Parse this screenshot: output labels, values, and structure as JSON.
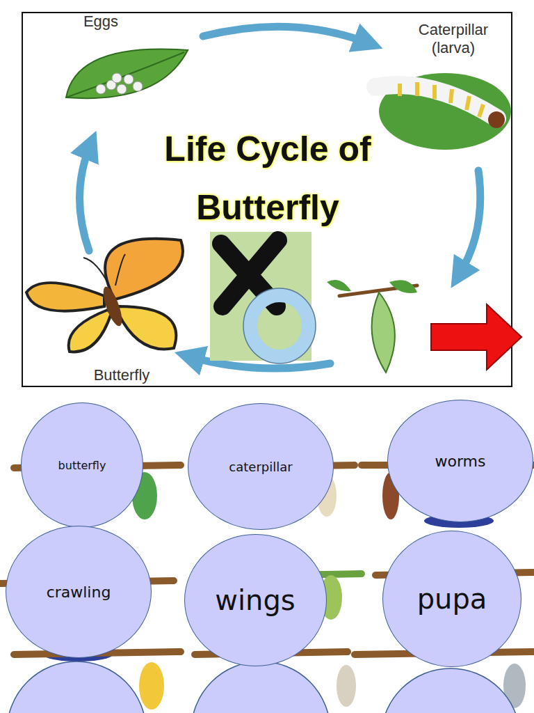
{
  "diagram": {
    "title": "Life Cycle of Butterfly",
    "nodes": [
      {
        "text": [
          "butterfly"
        ]
      },
      {
        "text": [
          "caterpillar"
        ]
      },
      {
        "text": [
          "worms"
        ]
      },
      {
        "text": [
          "crawling"
        ]
      },
      {
        "text": [
          "wings"
        ]
      },
      {
        "text": [
          "pupa"
        ]
      }
    ],
    "labels": [
      "Eggs",
      "Caterpillar (larva)",
      "Butterfly"
    ]
  }
}
